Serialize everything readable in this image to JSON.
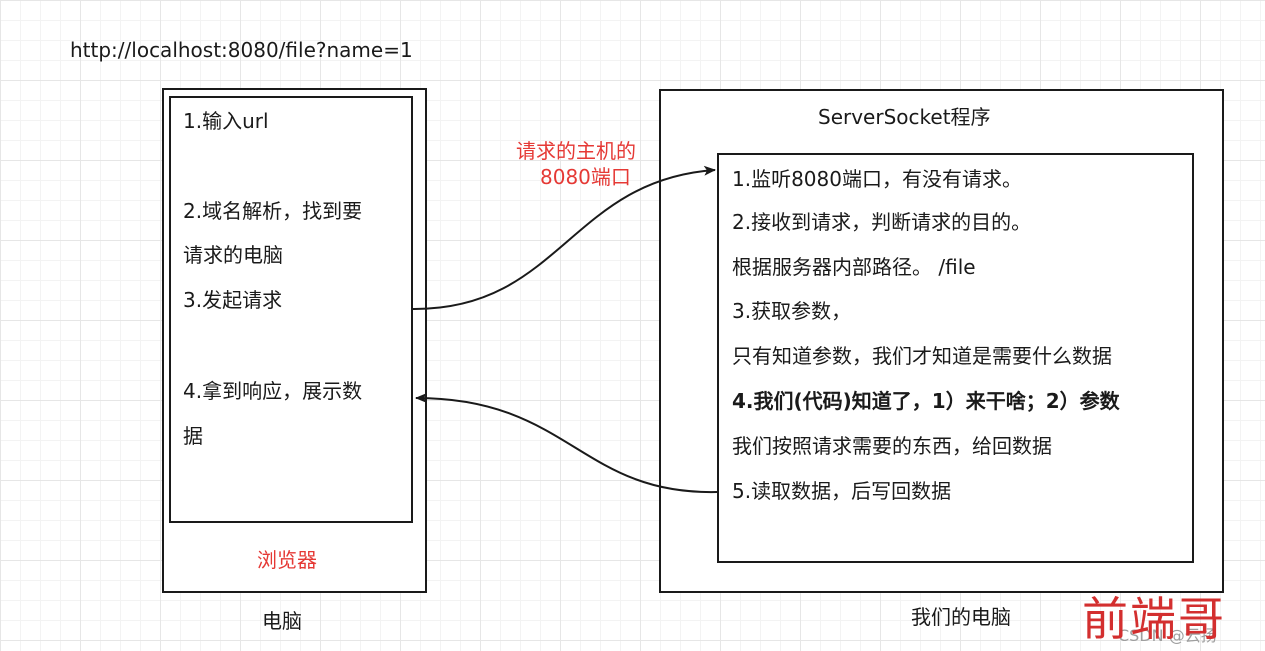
{
  "url": "http://localhost:8080/file?name=1",
  "computer": {
    "browser_steps": [
      "1.输入url",
      "2.域名解析，找到要",
      "请求的电脑",
      "3.发起请求",
      "4.拿到响应，展示数",
      "据"
    ],
    "browser_label": "浏览器",
    "caption": "电脑"
  },
  "server": {
    "title": "ServerSocket程序",
    "lines": [
      "1.监听8080端口，有没有请求。",
      "2.接收到请求，判断请求的目的。",
      "根据服务器内部路径。 /file",
      "3.获取参数，",
      "只有知道参数，我们才知道是需要什么数据",
      "4.我们(代码)知道了，1）来干啥；2）参数",
      "我们按照请求需要的东西，给回数据",
      "5.读取数据，后写回数据"
    ],
    "caption": "我们的电脑"
  },
  "arrow_label": [
    "请求的主机的",
    "8080端口"
  ],
  "watermark": {
    "logo": "前端哥",
    "credit": "CSDN @云扬"
  },
  "colors": {
    "accent_red": "#e53935",
    "stroke": "#1a1a1a"
  }
}
